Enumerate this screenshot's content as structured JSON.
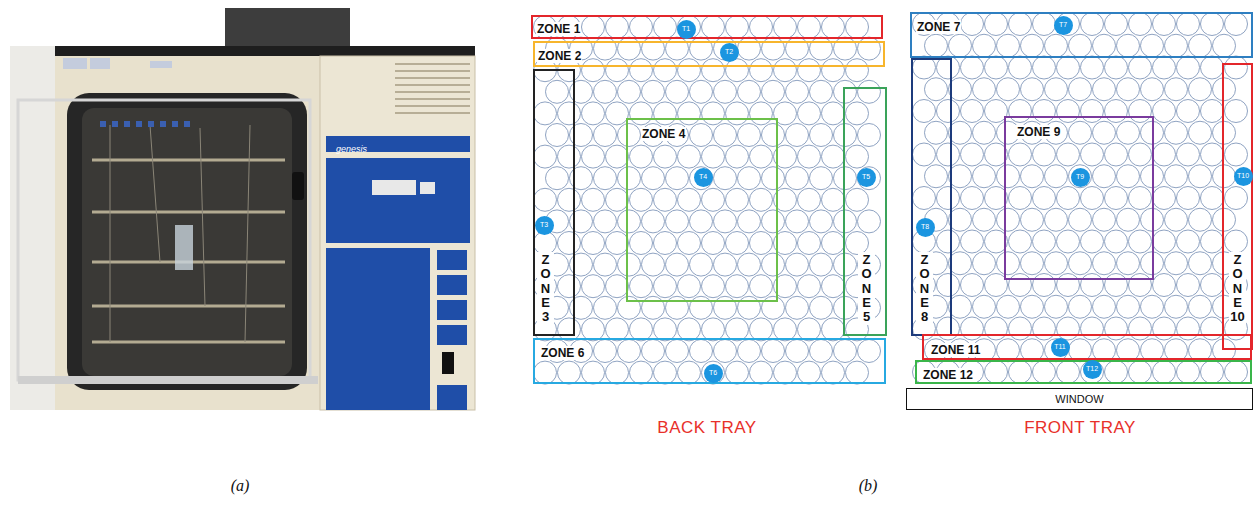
{
  "diagram": {
    "nodes": [
      {
        "text": [
          "ZONE 1"
        ]
      },
      {
        "text": [
          "T1"
        ],
        "in": 0
      },
      {
        "text": [
          "ZONE 2"
        ]
      },
      {
        "text": [
          "T2"
        ],
        "in": 2
      },
      {
        "text": [
          "ZONE 3"
        ]
      },
      {
        "text": [
          "T3"
        ],
        "in": 4
      },
      {
        "text": [
          "ZONE 4"
        ]
      },
      {
        "text": [
          "T4"
        ],
        "in": 6
      },
      {
        "text": [
          "ZONE 5"
        ]
      },
      {
        "text": [
          "T5"
        ],
        "in": 8
      },
      {
        "text": [
          "ZONE 6"
        ]
      },
      {
        "text": [
          "T6"
        ],
        "in": 10
      },
      {
        "text": [
          "ZONE 7"
        ]
      },
      {
        "text": [
          "T7"
        ],
        "in": 12
      },
      {
        "text": [
          "ZONE 8"
        ]
      },
      {
        "text": [
          "T8"
        ],
        "in": 14
      },
      {
        "text": [
          "ZONE 9"
        ]
      },
      {
        "text": [
          "T9"
        ],
        "in": 16
      },
      {
        "text": [
          "ZONE 10"
        ]
      },
      {
        "text": [
          "T10"
        ],
        "in": 18
      },
      {
        "text": [
          "ZONE 11"
        ]
      },
      {
        "text": [
          "T11"
        ],
        "in": 20
      },
      {
        "text": [
          "ZONE 12"
        ]
      },
      {
        "text": [
          "T12"
        ],
        "in": 22
      },
      {
        "text": [
          "WINDOW"
        ]
      }
    ],
    "labels": [
      "genesis",
      "BACK TRAY",
      "FRONT TRAY",
      "(a)",
      "(b)"
    ]
  }
}
